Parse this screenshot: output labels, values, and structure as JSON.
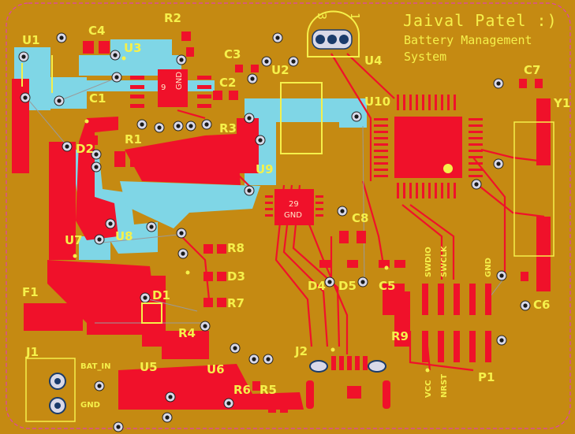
{
  "board": {
    "author": "Jaival Patel :)",
    "title_line1": "Battery Management",
    "title_line2": "System"
  },
  "colors": {
    "board": "#c58a12",
    "copper": "#f0112a",
    "pour": "#7fd6e6",
    "silk": "#f5f04a",
    "outline": "#e040b0"
  },
  "designators": {
    "U1": "U1",
    "U2": "U2",
    "U3": "U3",
    "U4": "U4",
    "U5": "U5",
    "U6": "U6",
    "U7": "U7",
    "U8": "U8",
    "U9": "U9",
    "U10": "U10",
    "C1": "C1",
    "C2": "C2",
    "C3": "C3",
    "C4": "C4",
    "C5": "C5",
    "C6": "C6",
    "C7": "C7",
    "C8": "C8",
    "R1": "R1",
    "R2": "R2",
    "R3": "R3",
    "R4": "R4",
    "R5": "R5",
    "R6": "R6",
    "R7": "R7",
    "R8": "R8",
    "R9": "R9",
    "D1": "D1",
    "D2": "D2",
    "D3": "D3",
    "D4": "D4",
    "D5": "D5",
    "F1": "F1",
    "J1": "J1",
    "J2": "J2",
    "P1": "P1",
    "Y1": "Y1"
  },
  "pin_numbers": {
    "u4_pin3": "3",
    "u4_pin1": "1"
  },
  "pad_labels": {
    "u3_pad": "9",
    "u3_gnd": "GND",
    "u9_pad": "29",
    "u9_gnd": "GND"
  },
  "connector_labels": {
    "bat_in": "BAT_IN",
    "gnd": "GND",
    "swdio": "SWDIO",
    "swclk": "SWCLK",
    "p1_gnd": "GND",
    "vcc": "VCC",
    "nrst": "NRST"
  }
}
